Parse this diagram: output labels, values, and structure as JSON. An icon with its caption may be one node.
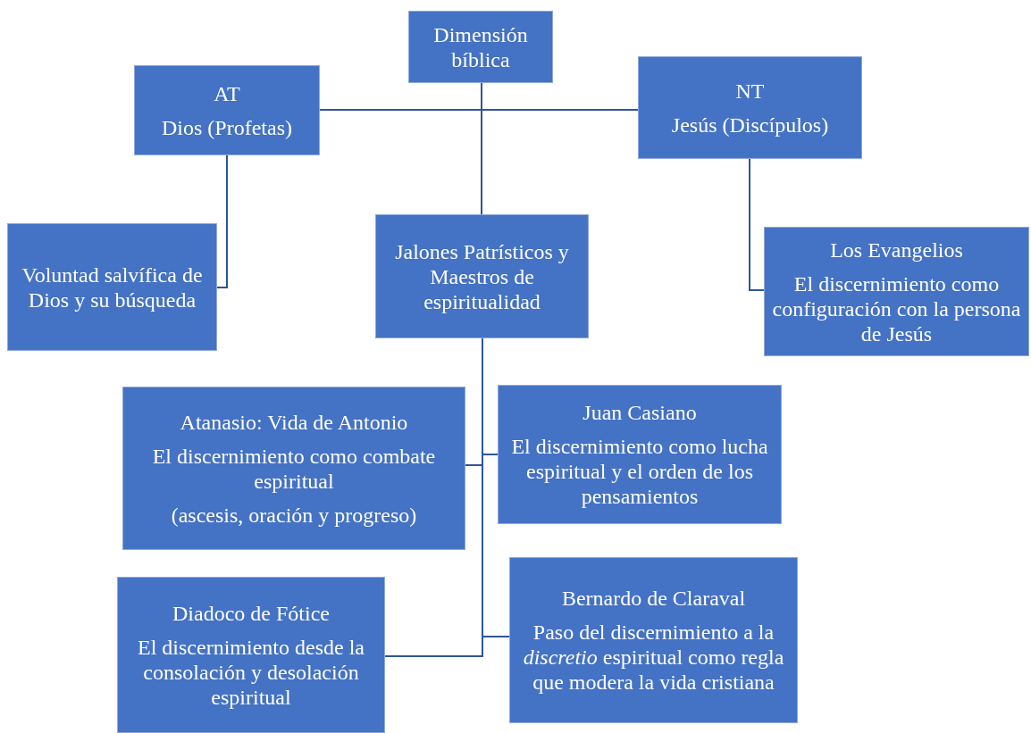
{
  "diagram": {
    "nodes": [
      {
        "text": [
          "Dimensión bíblica"
        ]
      },
      {
        "text": [
          "AT",
          "Dios (Profetas)"
        ]
      },
      {
        "text": [
          "NT",
          "Jesús (Discípulos)"
        ]
      },
      {
        "text": [
          "Voluntad salvífica de Dios y su búsqueda"
        ]
      },
      {
        "text": [
          "Jalones Patrísticos y Maestros de espiritualidad"
        ]
      },
      {
        "text": [
          "Los Evangelios",
          "El discernimiento como configuración con la persona de Jesús"
        ]
      },
      {
        "text": [
          "Atanasio: Vida de Antonio",
          "El discernimiento como combate espiritual",
          "(ascesis, oración y progreso)"
        ]
      },
      {
        "text": [
          "Juan Casiano",
          "El discernimiento como lucha espiritual y el orden de los pensamientos"
        ]
      },
      {
        "text": [
          "Diadoco de Fótice",
          "El discernimiento desde la consolación y desolación espiritual"
        ]
      },
      {
        "text": [
          "Bernardo de Claraval",
          "Paso del discernimiento a la *discretio* espiritual como regla que modera la vida cristiana"
        ]
      }
    ],
    "edges": [
      {
        "from": 0,
        "to": 1,
        "arrow": "none"
      },
      {
        "from": 0,
        "to": 2,
        "arrow": "none"
      },
      {
        "from": 0,
        "to": 4,
        "arrow": "none"
      },
      {
        "from": 1,
        "to": 3,
        "arrow": "none"
      },
      {
        "from": 2,
        "to": 5,
        "arrow": "none"
      },
      {
        "from": 4,
        "to": 6,
        "arrow": "none"
      },
      {
        "from": 4,
        "to": 7,
        "arrow": "none"
      },
      {
        "from": 4,
        "to": 8,
        "arrow": "none"
      },
      {
        "from": 4,
        "to": 9,
        "arrow": "none"
      }
    ]
  }
}
